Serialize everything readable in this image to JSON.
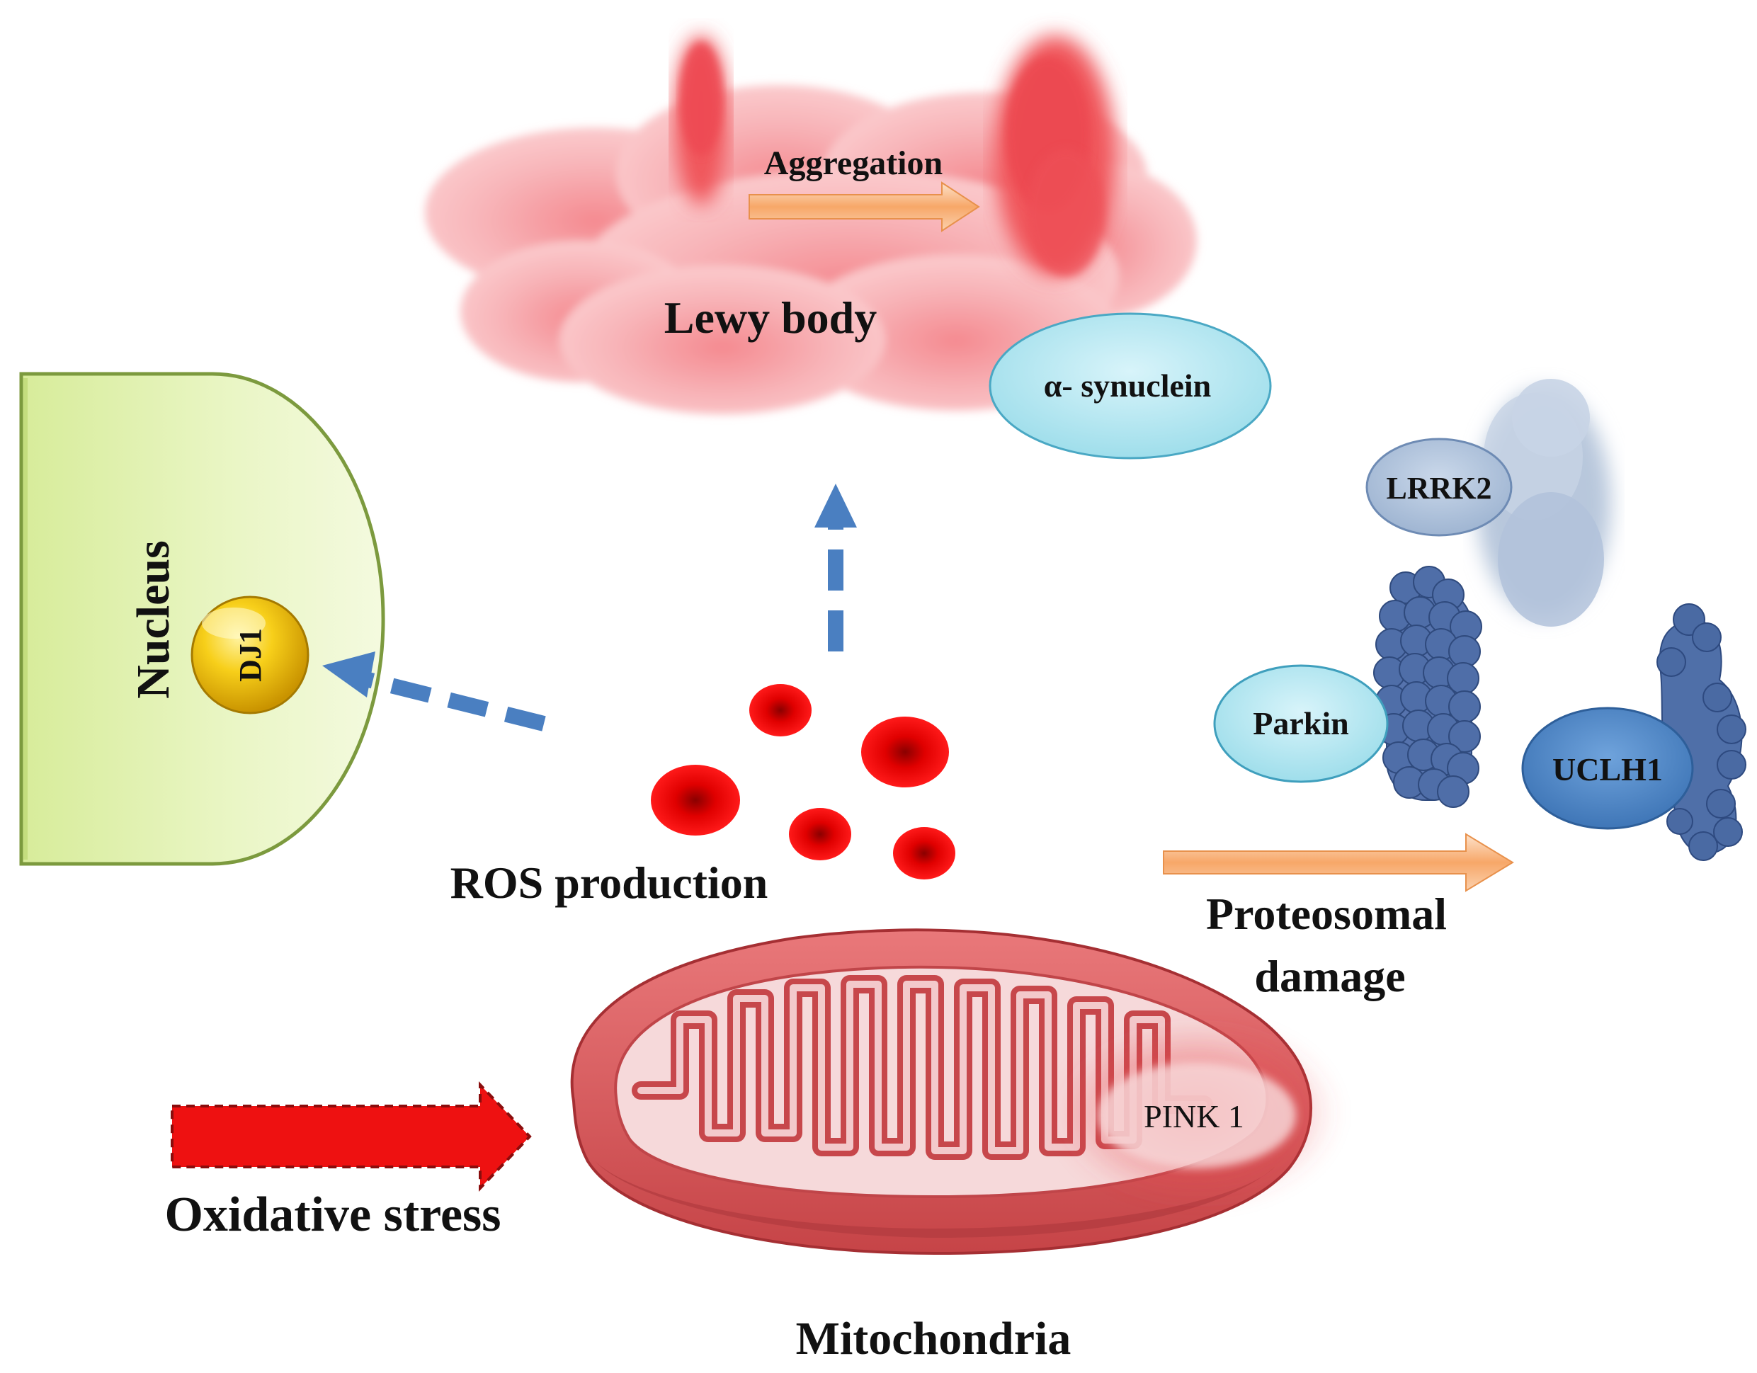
{
  "labels": {
    "aggregation": "Aggregation",
    "lewy_body": "Lewy body",
    "alpha_synuclein": "α- synuclein",
    "nucleus": "Nucleus",
    "dj1": "DJ1",
    "lrrk2": "LRRK2",
    "parkin": "Parkin",
    "uclh1": "UCLH1",
    "ros_production": "ROS production",
    "proteosomal_damage_line1": "Proteosomal",
    "proteosomal_damage_line2": "damage",
    "pink1": "PINK 1",
    "oxidative_stress": "Oxidative stress",
    "mitochondria": "Mitochondria"
  },
  "colors": {
    "lewy_cloud": "#f7b3b6",
    "aggregate_red": "#f0565b",
    "nucleus_fill": "#e4f3b8",
    "nucleus_stroke": "#7c9a3e",
    "dj1_gold": "#f2c200",
    "oval_blue": "#a9e4ef",
    "lrrk2_blue": "#a9bed8",
    "uclh1_blue": "#4f86c6",
    "protein_blue": "#4a6aa3",
    "ros_red": "#ee0000",
    "dashed_arrow_blue": "#4a7fc1",
    "orange_arrow": "#f7b27a",
    "mito_red": "#c9484b",
    "stress_arrow_red": "#ee1111"
  }
}
